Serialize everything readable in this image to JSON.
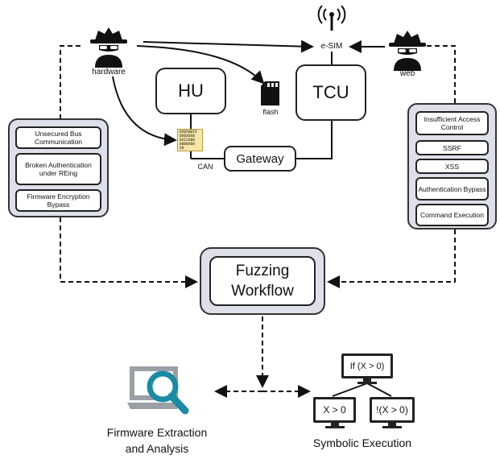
{
  "attackers": {
    "left_label": "hardware",
    "right_label": "web",
    "esim_label": "e-SIM"
  },
  "components": {
    "hu": "HU",
    "tcu": "TCU",
    "gateway": "Gateway",
    "flash": "flash",
    "can": "CAN",
    "chip_lines": [
      "0X0X0019",
      "0X0X0X0",
      "0X12X00",
      "0000X00",
      "X0"
    ]
  },
  "left_panel": {
    "items": [
      "Unsecured Bus Communication",
      "Broken Authentication under REing",
      "Firmware Encryption Bypass"
    ]
  },
  "right_panel": {
    "items": [
      "Insufficient Access Control",
      "SSRF",
      "XSS",
      "Authentication Bypass",
      "Command Execution"
    ]
  },
  "fuzzing": {
    "label": "Fuzzing\nWorkflow"
  },
  "firmware": {
    "label": "Firmware Extraction\nand Analysis"
  },
  "symbolic": {
    "label": "Symbolic Execution",
    "root": "If (X > 0)",
    "left": "X > 0",
    "right": "!(X > 0)"
  }
}
